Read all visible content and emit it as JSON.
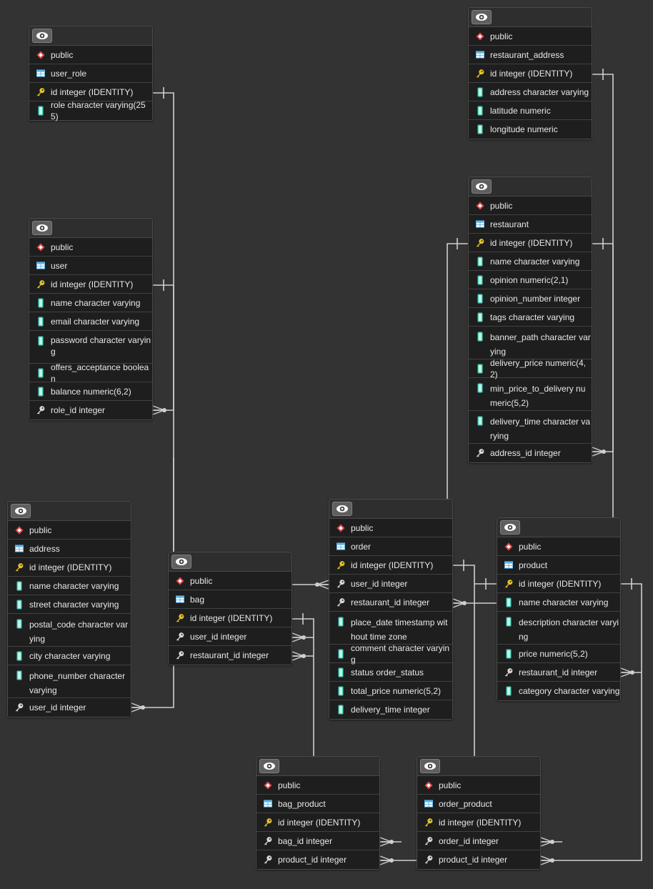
{
  "tables": [
    {
      "id": "user_role",
      "schema": "public",
      "name": "user_role",
      "columns": [
        {
          "kind": "pk",
          "text": "id integer (IDENTITY)"
        },
        {
          "kind": "col",
          "text": "role character varying(255)"
        }
      ]
    },
    {
      "id": "user",
      "schema": "public",
      "name": "user",
      "columns": [
        {
          "kind": "pk",
          "text": "id integer (IDENTITY)"
        },
        {
          "kind": "col",
          "text": "name character varying"
        },
        {
          "kind": "col",
          "text": "email character varying"
        },
        {
          "kind": "col",
          "text": "password character varying"
        },
        {
          "kind": "col",
          "text": "offers_acceptance boolean"
        },
        {
          "kind": "col",
          "text": "balance numeric(6,2)"
        },
        {
          "kind": "fk",
          "text": "role_id integer"
        }
      ]
    },
    {
      "id": "address",
      "schema": "public",
      "name": "address",
      "columns": [
        {
          "kind": "pk",
          "text": "id integer (IDENTITY)"
        },
        {
          "kind": "col",
          "text": "name character varying"
        },
        {
          "kind": "col",
          "text": "street character varying"
        },
        {
          "kind": "col",
          "text": "postal_code character varying"
        },
        {
          "kind": "col",
          "text": "city character varying"
        },
        {
          "kind": "col",
          "text": "phone_number character varying"
        },
        {
          "kind": "fk",
          "text": "user_id integer"
        }
      ]
    },
    {
      "id": "bag",
      "schema": "public",
      "name": "bag",
      "columns": [
        {
          "kind": "pk",
          "text": "id integer (IDENTITY)"
        },
        {
          "kind": "fk",
          "text": "user_id integer"
        },
        {
          "kind": "fk",
          "text": "restaurant_id integer"
        }
      ]
    },
    {
      "id": "order",
      "schema": "public",
      "name": "order",
      "columns": [
        {
          "kind": "pk",
          "text": "id integer (IDENTITY)"
        },
        {
          "kind": "fk",
          "text": "user_id integer"
        },
        {
          "kind": "fk",
          "text": "restaurant_id integer"
        },
        {
          "kind": "col",
          "text": "place_date timestamp without time zone"
        },
        {
          "kind": "col",
          "text": "comment character varying"
        },
        {
          "kind": "col",
          "text": "status order_status"
        },
        {
          "kind": "col",
          "text": "total_price numeric(5,2)"
        },
        {
          "kind": "col",
          "text": "delivery_time integer"
        }
      ]
    },
    {
      "id": "restaurant_address",
      "schema": "public",
      "name": "restaurant_address",
      "columns": [
        {
          "kind": "pk",
          "text": "id integer (IDENTITY)"
        },
        {
          "kind": "col",
          "text": "address character varying"
        },
        {
          "kind": "col",
          "text": "latitude numeric"
        },
        {
          "kind": "col",
          "text": "longitude numeric"
        }
      ]
    },
    {
      "id": "restaurant",
      "schema": "public",
      "name": "restaurant",
      "columns": [
        {
          "kind": "pk",
          "text": "id integer (IDENTITY)"
        },
        {
          "kind": "col",
          "text": "name character varying"
        },
        {
          "kind": "col",
          "text": "opinion numeric(2,1)"
        },
        {
          "kind": "col",
          "text": "opinion_number integer"
        },
        {
          "kind": "col",
          "text": "tags character varying"
        },
        {
          "kind": "col",
          "text": "banner_path character varying"
        },
        {
          "kind": "col",
          "text": "delivery_price numeric(4,2)"
        },
        {
          "kind": "col",
          "text": "min_price_to_delivery numeric(5,2)"
        },
        {
          "kind": "col",
          "text": "delivery_time character varying"
        },
        {
          "kind": "fk",
          "text": "address_id integer"
        }
      ]
    },
    {
      "id": "product",
      "schema": "public",
      "name": "product",
      "columns": [
        {
          "kind": "pk",
          "text": "id integer (IDENTITY)"
        },
        {
          "kind": "col",
          "text": "name character varying"
        },
        {
          "kind": "col",
          "text": "description character varying"
        },
        {
          "kind": "col",
          "text": "price numeric(5,2)"
        },
        {
          "kind": "fk",
          "text": "restaurant_id integer"
        },
        {
          "kind": "col",
          "text": "category character varying"
        }
      ]
    },
    {
      "id": "bag_product",
      "schema": "public",
      "name": "bag_product",
      "columns": [
        {
          "kind": "pk",
          "text": "id integer (IDENTITY)"
        },
        {
          "kind": "fk",
          "text": "bag_id integer"
        },
        {
          "kind": "fk",
          "text": "product_id integer"
        }
      ]
    },
    {
      "id": "order_product",
      "schema": "public",
      "name": "order_product",
      "columns": [
        {
          "kind": "pk",
          "text": "id integer (IDENTITY)"
        },
        {
          "kind": "fk",
          "text": "order_id integer"
        },
        {
          "kind": "fk",
          "text": "product_id integer"
        }
      ]
    }
  ],
  "icons": {
    "header": "eye-icon",
    "schema": "schema-icon",
    "table": "table-icon",
    "pk": "key-icon",
    "fk": "foreign-key-icon",
    "col": "column-icon"
  },
  "colors": {
    "background": "#333333",
    "schema_icon": "#e0474c",
    "table_icon": "#5db4e8",
    "key_icon": "#e6c228",
    "column_icon": "#4dd0b8",
    "connector": "#cfcfcf"
  }
}
